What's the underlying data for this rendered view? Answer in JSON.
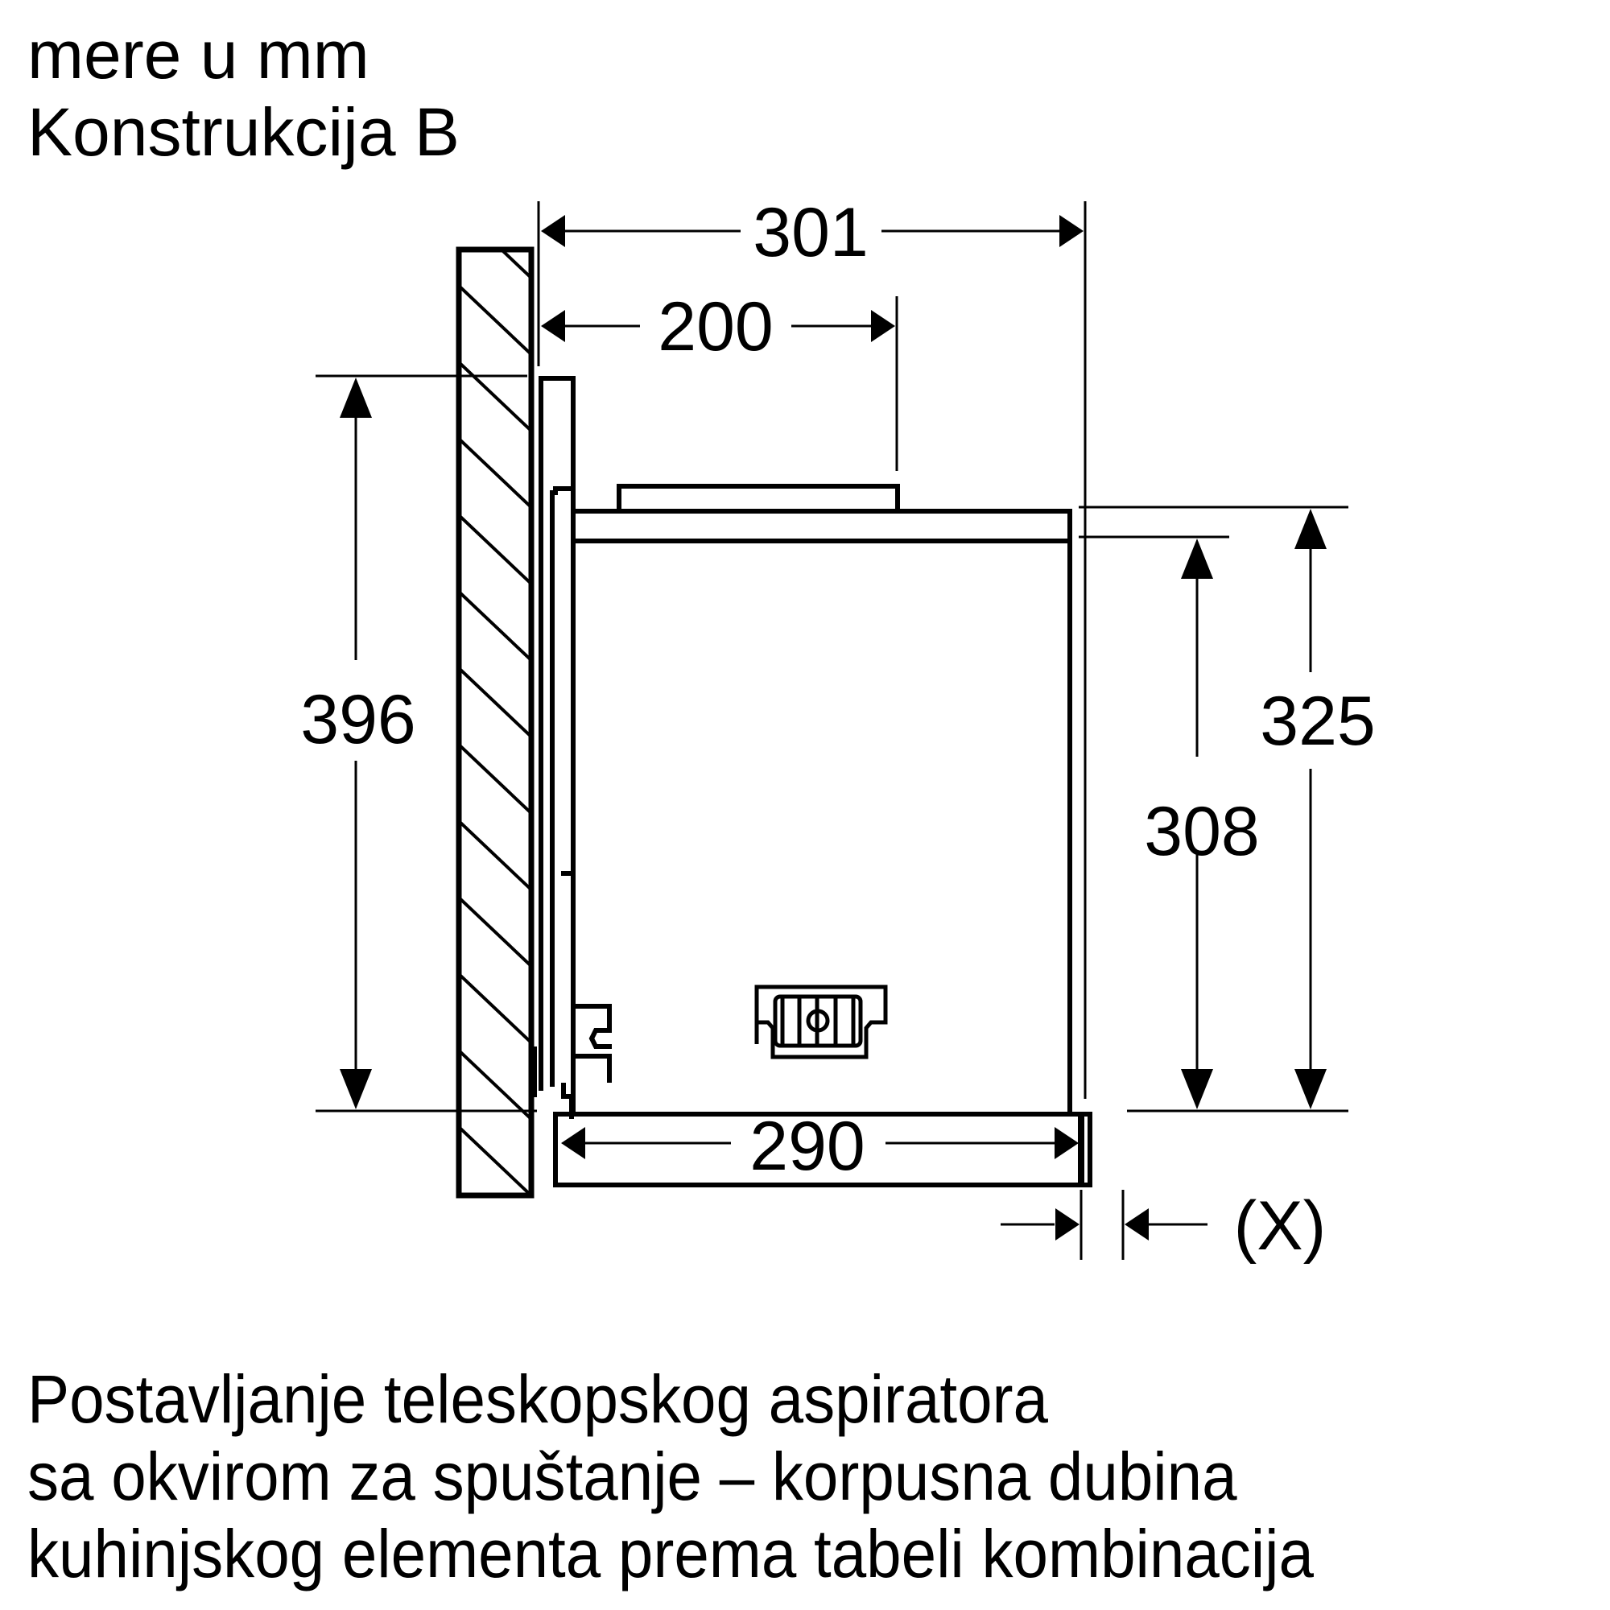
{
  "header": {
    "units": "mere u mm",
    "construction": "Konstrukcija B"
  },
  "dimensions": {
    "overall_depth": "301",
    "duct_offset": "200",
    "total_height": "396",
    "body_height_inner": "308",
    "body_height_outer": "325",
    "visor_depth": "290",
    "visor_extension": "(X)"
  },
  "caption": {
    "line1": "Postavljanje teleskopskog aspiratora",
    "line2": "sa okvirom za spuštanje – korpusna dubina",
    "line3": "kuhinjskog elementa prema tabeli kombinacija"
  },
  "colors": {
    "stroke": "#000000",
    "background": "#ffffff"
  }
}
